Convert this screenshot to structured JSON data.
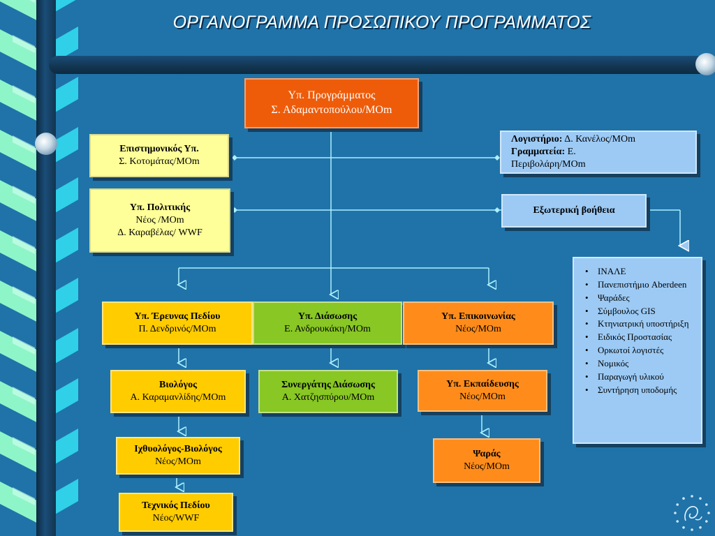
{
  "title": "ΟΡΓΑΝΟΓΡΑΜΜΑ ΠΡΟΣΩΠΙΚΟΥ ΠΡΟΓΡΑΜΜΑΤΟΣ",
  "colors": {
    "background": "#1f73a8",
    "connector": "#aef0ff",
    "project_lead": "#ee5c0a",
    "advisory": "#ffff99",
    "field_research": "#ffcc00",
    "rescue": "#88c724",
    "communication": "#ff8c1a",
    "admin": "#9ccaf5"
  },
  "project_lead": {
    "role": "Υπ. Προγράμματος",
    "name": "Σ. Αδαμαντοπούλου/ΜΟm"
  },
  "scientific": {
    "role": "Επιστημονικός Υπ.",
    "name": "Σ. Κοτομάτας/ΜΟm"
  },
  "policy": {
    "role": "Υπ. Πολιτικής",
    "name1": "Νέος /ΜΟm",
    "name2": "Δ. Καραβέλας/ WWF"
  },
  "accounting": {
    "label1": "Λογιστήριο:",
    "value1": "Δ. Κανέλος/ΜΟm",
    "label2": "Γραμματεία:",
    "value2": "Ε.",
    "value2b": "Περιβολάρη/ΜΟm"
  },
  "external_help": {
    "label": "Εξωτερική βοήθεια",
    "items": [
      "ΙΝΑΛΕ",
      "Πανεπιστήμιο Aberdeen",
      "Ψαράδες",
      "Σύμβουλος GIS",
      "Κτηνιατρική υποστήριξη",
      "Ειδικός Προστασίας",
      "Ορκωτοί λογιστές",
      "Νομικός",
      "Παραγωγή υλικού",
      "Συντήρηση υποδομής"
    ]
  },
  "field_research": {
    "role": "Υπ. Έρευνας Πεδίου",
    "name": "Π. Δενδρινός/ΜΟm"
  },
  "rescue": {
    "role": "Υπ. Διάσωσης",
    "name": "Ε. Ανδρουκάκη/ΜΟm"
  },
  "communication": {
    "role": "Υπ. Επικοινωνίας",
    "name": "Νέος/ΜΟm"
  },
  "biologist": {
    "role": "Βιολόγος",
    "name": "Α. Καραμανλίδης/ΜΟm"
  },
  "ichthyologist": {
    "role": "Ιχθυολόγος-Βιολόγος",
    "name": "Νέος/ΜΟm"
  },
  "field_technician": {
    "role": "Τεχνικός Πεδίου",
    "name": "Νέος/WWF"
  },
  "rescue_partner": {
    "role": "Συνεργάτης Διάσωσης",
    "name": "Α. Χατζησπύρου/ΜΟm"
  },
  "education": {
    "role": "Υπ. Εκπαίδευσης",
    "name": "Νέος/ΜΟm"
  },
  "fisherman": {
    "role": "Ψαράς",
    "name": "Νέος/ΜΟm"
  }
}
